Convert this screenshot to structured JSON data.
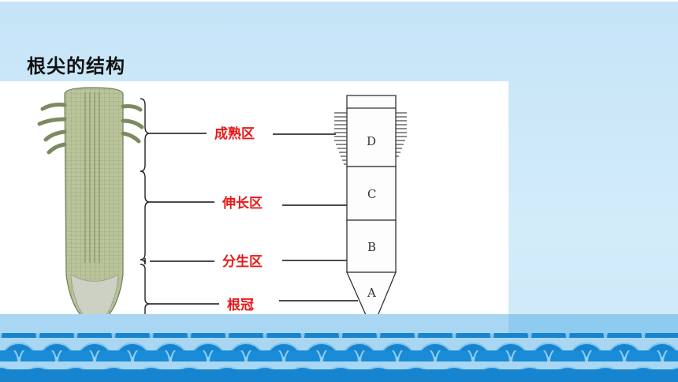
{
  "slide": {
    "title": "根尖的结构"
  },
  "diagram": {
    "regions": [
      {
        "label": "成熟区",
        "letter": "D"
      },
      {
        "label": "伸长区",
        "letter": "C"
      },
      {
        "label": "分生区",
        "letter": "B"
      },
      {
        "label": "根冠",
        "letter": "A"
      }
    ]
  },
  "colors": {
    "background": "#cfe9f8",
    "label_red": "#e81919",
    "wave_blue": "#1784cf",
    "panel_white": "#ffffff"
  }
}
